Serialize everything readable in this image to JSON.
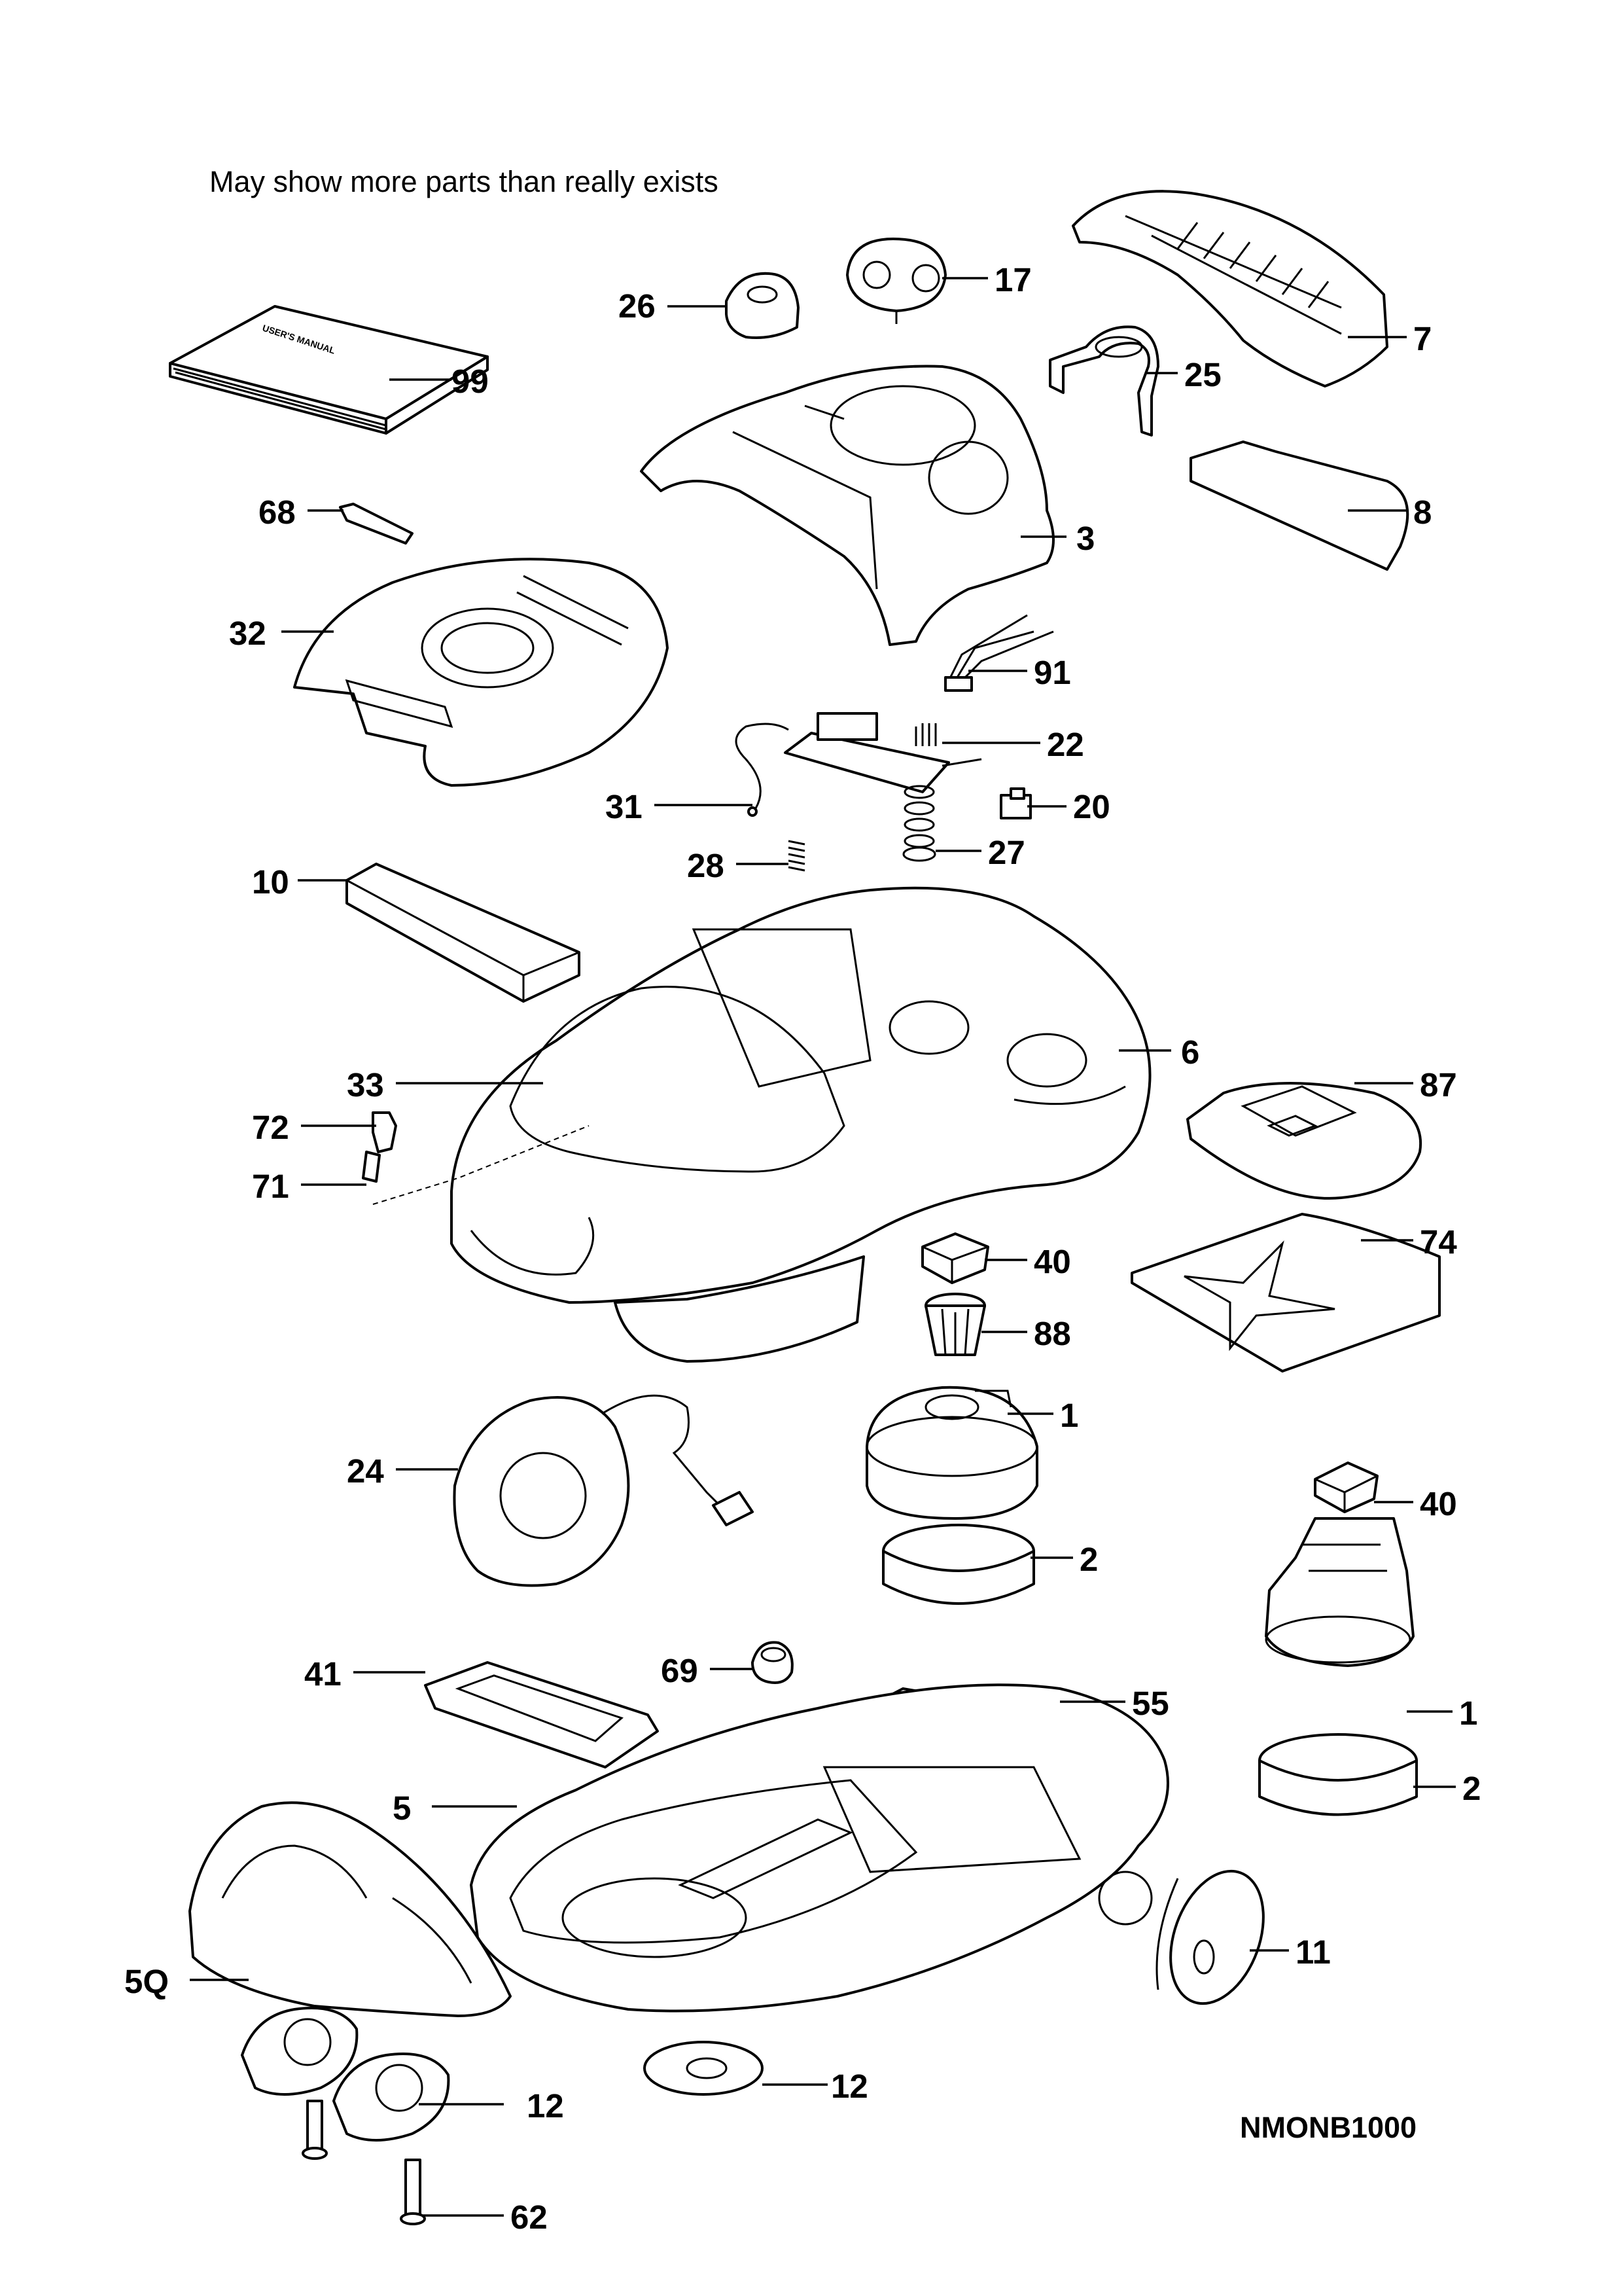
{
  "note": "May show more parts than really exists",
  "diagram_code": "NMONB1000",
  "manual_text": "USER'S MANUAL",
  "callouts": {
    "c99": "99",
    "c26": "26",
    "c17": "17",
    "c7": "7",
    "c25": "25",
    "c68": "68",
    "c8": "8",
    "c3": "3",
    "c32": "32",
    "c91": "91",
    "c22": "22",
    "c31": "31",
    "c20": "20",
    "c28": "28",
    "c27": "27",
    "c10": "10",
    "c6": "6",
    "c33": "33",
    "c87": "87",
    "c72": "72",
    "c71": "71",
    "c74": "74",
    "c40a": "40",
    "c88": "88",
    "c1a": "1",
    "c24": "24",
    "c2a": "2",
    "c40b": "40",
    "c41": "41",
    "c69": "69",
    "c55": "55",
    "c1b": "1",
    "c5": "5",
    "c2b": "2",
    "c11": "11",
    "c5q": "5Q",
    "c12a": "12",
    "c12b": "12",
    "c62": "62"
  }
}
